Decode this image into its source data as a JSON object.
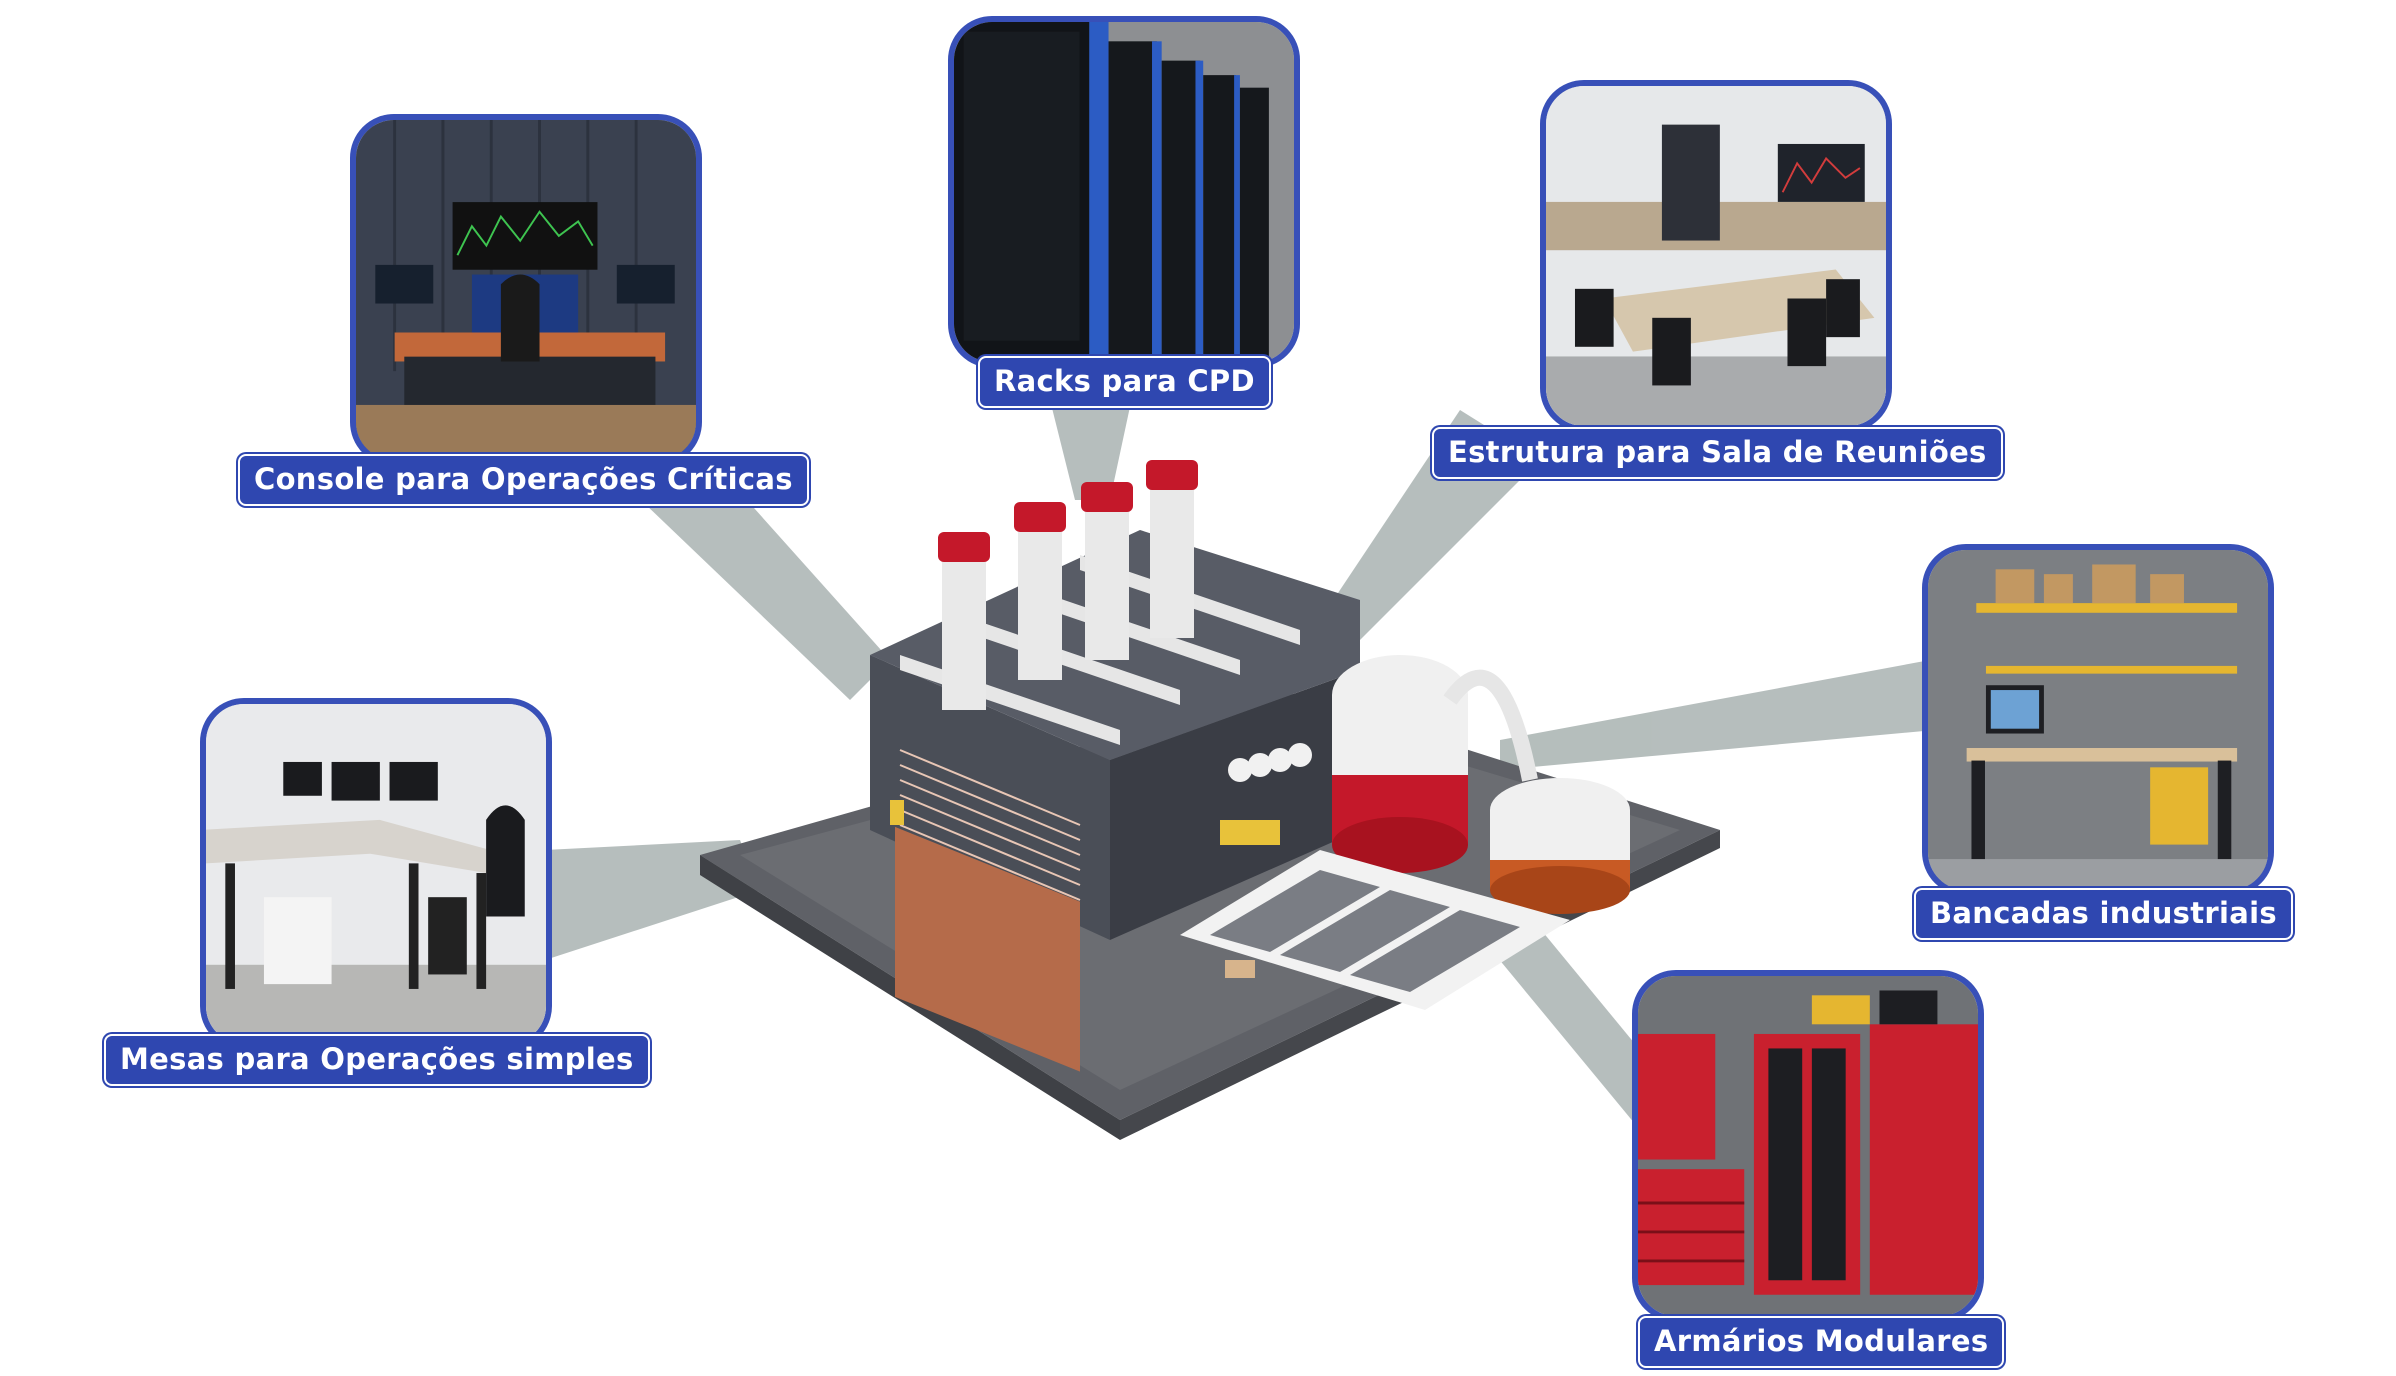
{
  "nodes": [
    {
      "id": "console",
      "label": "Console para Operações Críticas"
    },
    {
      "id": "racks",
      "label": "Racks para CPD"
    },
    {
      "id": "meeting",
      "label": "Estrutura para Sala de Reuniões"
    },
    {
      "id": "benches",
      "label": "Bancadas industriais"
    },
    {
      "id": "tables",
      "label": "Mesas para Operações simples"
    },
    {
      "id": "cabinets",
      "label": "Armários Modulares"
    }
  ],
  "colors": {
    "frame": "#3850b8",
    "label_bg": "#2f47b0",
    "beam": "#aab4b2",
    "chimney_cap": "#c4182a",
    "building": "#4a4e57"
  }
}
